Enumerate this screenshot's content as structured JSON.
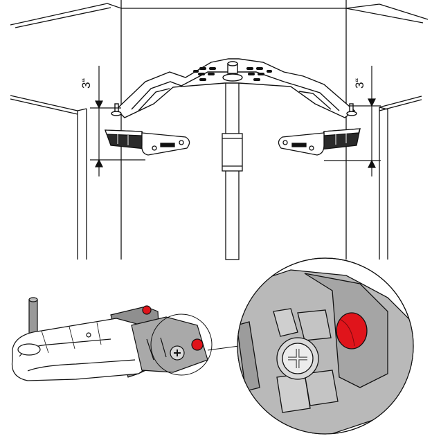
{
  "dimensions": {
    "left": {
      "label": "3“"
    },
    "right": {
      "label": "3“"
    }
  },
  "colors": {
    "line": "#111111",
    "part_fill": "#ffffff",
    "bracket_dark": "#2a2a2a",
    "zoom_bg": "#bdbdbd",
    "part_gray": "#8f8f8f",
    "part_gray_light": "#a9a9a9",
    "highlight_red": "#e0141b",
    "screw_light": "#d9d9d9"
  },
  "icons": {
    "top": "corner-shelf-bracket",
    "detail_left": "bracket-arm-detail",
    "detail_right": "screw-magnified-detail"
  }
}
